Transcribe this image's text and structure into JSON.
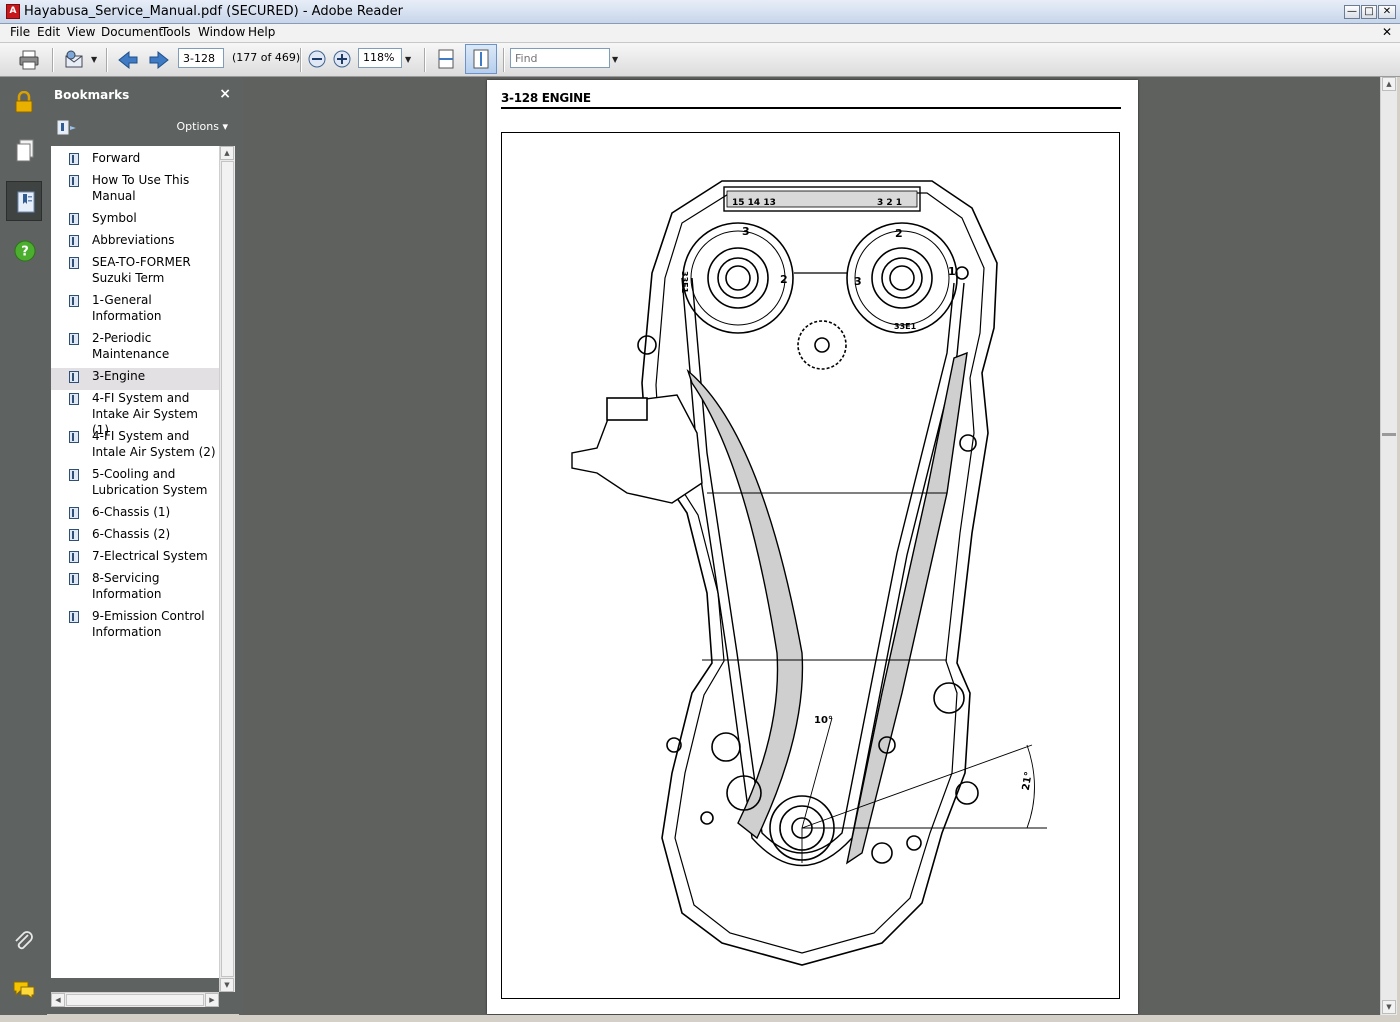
{
  "window": {
    "title": "Hayabusa_Service_Manual.pdf (SECURED) - Adobe Reader",
    "minimize": "—",
    "maximize": "□",
    "close": "✕"
  },
  "menu": {
    "items": [
      "File",
      "Edit",
      "View",
      "Document",
      "Tools",
      "Window",
      "Help"
    ],
    "doc_close": "✕"
  },
  "toolbar": {
    "page_value": "3-128",
    "page_count": "(177 of 469)",
    "zoom": "118%",
    "find_placeholder": "Find"
  },
  "panel": {
    "title": "Bookmarks",
    "close": "×",
    "options_label": "Options",
    "items": [
      {
        "label": "Forward"
      },
      {
        "label": "How To Use This Manual"
      },
      {
        "label": "Symbol"
      },
      {
        "label": "Abbreviations"
      },
      {
        "label": "SEA-TO-FORMER Suzuki Term"
      },
      {
        "label": "1-General Information"
      },
      {
        "label": "2-Periodic Maintenance"
      },
      {
        "label": "3-Engine"
      },
      {
        "label": "4-FI System and Intake Air System (1)"
      },
      {
        "label": "4-FI System and Intale Air System (2)"
      },
      {
        "label": "5-Cooling and Lubrication System"
      },
      {
        "label": "6-Chassis (1)"
      },
      {
        "label": "6-Chassis (2)"
      },
      {
        "label": "7-Electrical System"
      },
      {
        "label": "8-Servicing Information"
      },
      {
        "label": "9-Emission Control Information"
      }
    ],
    "selected_index": 7
  },
  "document": {
    "header": "3-128 ENGINE",
    "diagram_labels": {
      "top_left": "15 14 13",
      "top_right": "3 2 1",
      "cam_left_arrow": "3",
      "cam_right_arrow": "2",
      "cam_left_mark": "33E1",
      "cam_right_mark": "33E1",
      "left_cam_side": "2",
      "right_cam_side_a": "3",
      "right_cam_side_b": "1",
      "angle_a": "10°",
      "angle_b": "21°"
    }
  },
  "icons": {
    "print": "printer-icon",
    "email": "email-icon",
    "prev": "arrow-left-icon",
    "next": "arrow-right-icon",
    "zoom_out": "zoom-out-icon",
    "zoom_in": "zoom-in-icon",
    "fit_width": "fit-width-icon",
    "fit_page": "fit-page-icon",
    "lock": "lock-icon",
    "pages": "pages-icon",
    "bookmarks": "bookmarks-icon",
    "help": "help-icon",
    "attachment": "paperclip-icon",
    "comments": "comments-icon"
  }
}
